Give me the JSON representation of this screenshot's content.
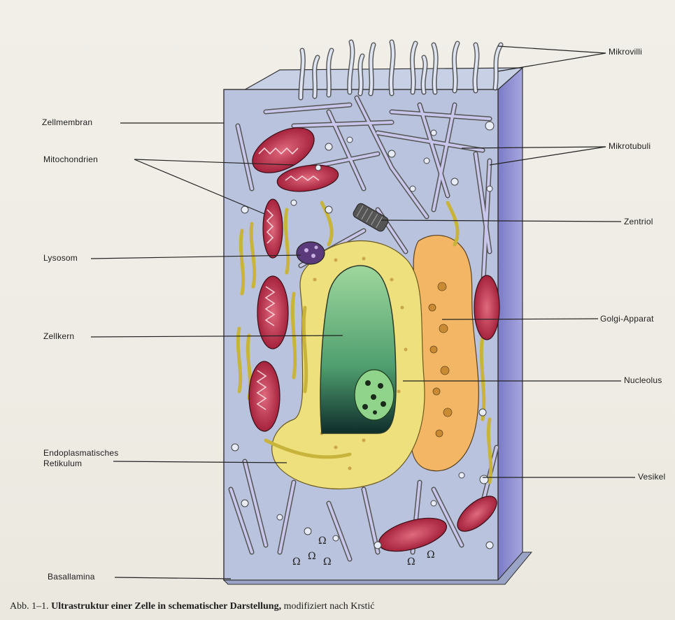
{
  "labels": {
    "mikrovilli": "Mikrovilli",
    "zellmembran": "Zellmembran",
    "mitochondrien": "Mitochondrien",
    "mikrotubuli": "Mikrotubuli",
    "zentriol": "Zentriol",
    "lysosom": "Lysosom",
    "golgi": "Golgi-Apparat",
    "zellkern": "Zellkern",
    "nucleolus": "Nucleolus",
    "er_line1": "Endoplasmatisches",
    "er_line2": "Retikulum",
    "vesikel": "Vesikel",
    "basallamina": "Basallamina"
  },
  "caption": {
    "number": "Abb. 1–1.",
    "bold_text": "Ultrastruktur einer Zelle in schematischer Darstellung,",
    "rest": "modifiziert nach Krstić"
  },
  "colors": {
    "cytoplasm": "#b9c3dd",
    "side_face": "#8f8fd0",
    "nucleus": "#86c98a",
    "mitochondria": "#b4233a",
    "golgi": "#f2b664",
    "er": "#efe07e",
    "background": "#eeece4"
  }
}
